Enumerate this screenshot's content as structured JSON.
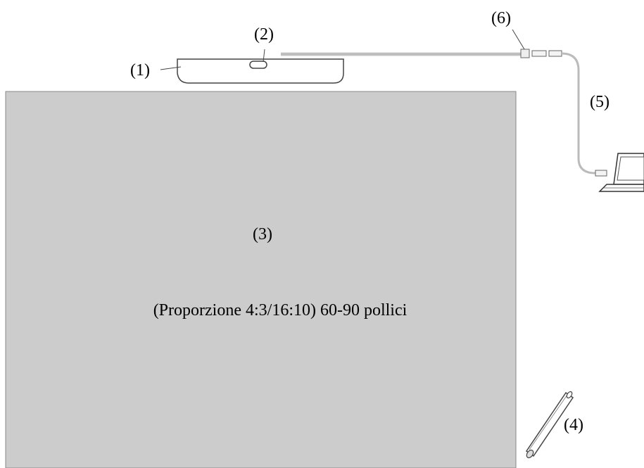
{
  "labels": {
    "device": "(1)",
    "button": "(2)",
    "screen": "(3)",
    "pen": "(4)",
    "cable": "(5)",
    "connector": "(6)"
  },
  "screen": {
    "caption": "(Proporzione 4:3/16:10) 60-90 pollici"
  },
  "colors": {
    "screen_fill": "#cccccc",
    "line": "#555555",
    "cable": "#bbbbbb"
  }
}
